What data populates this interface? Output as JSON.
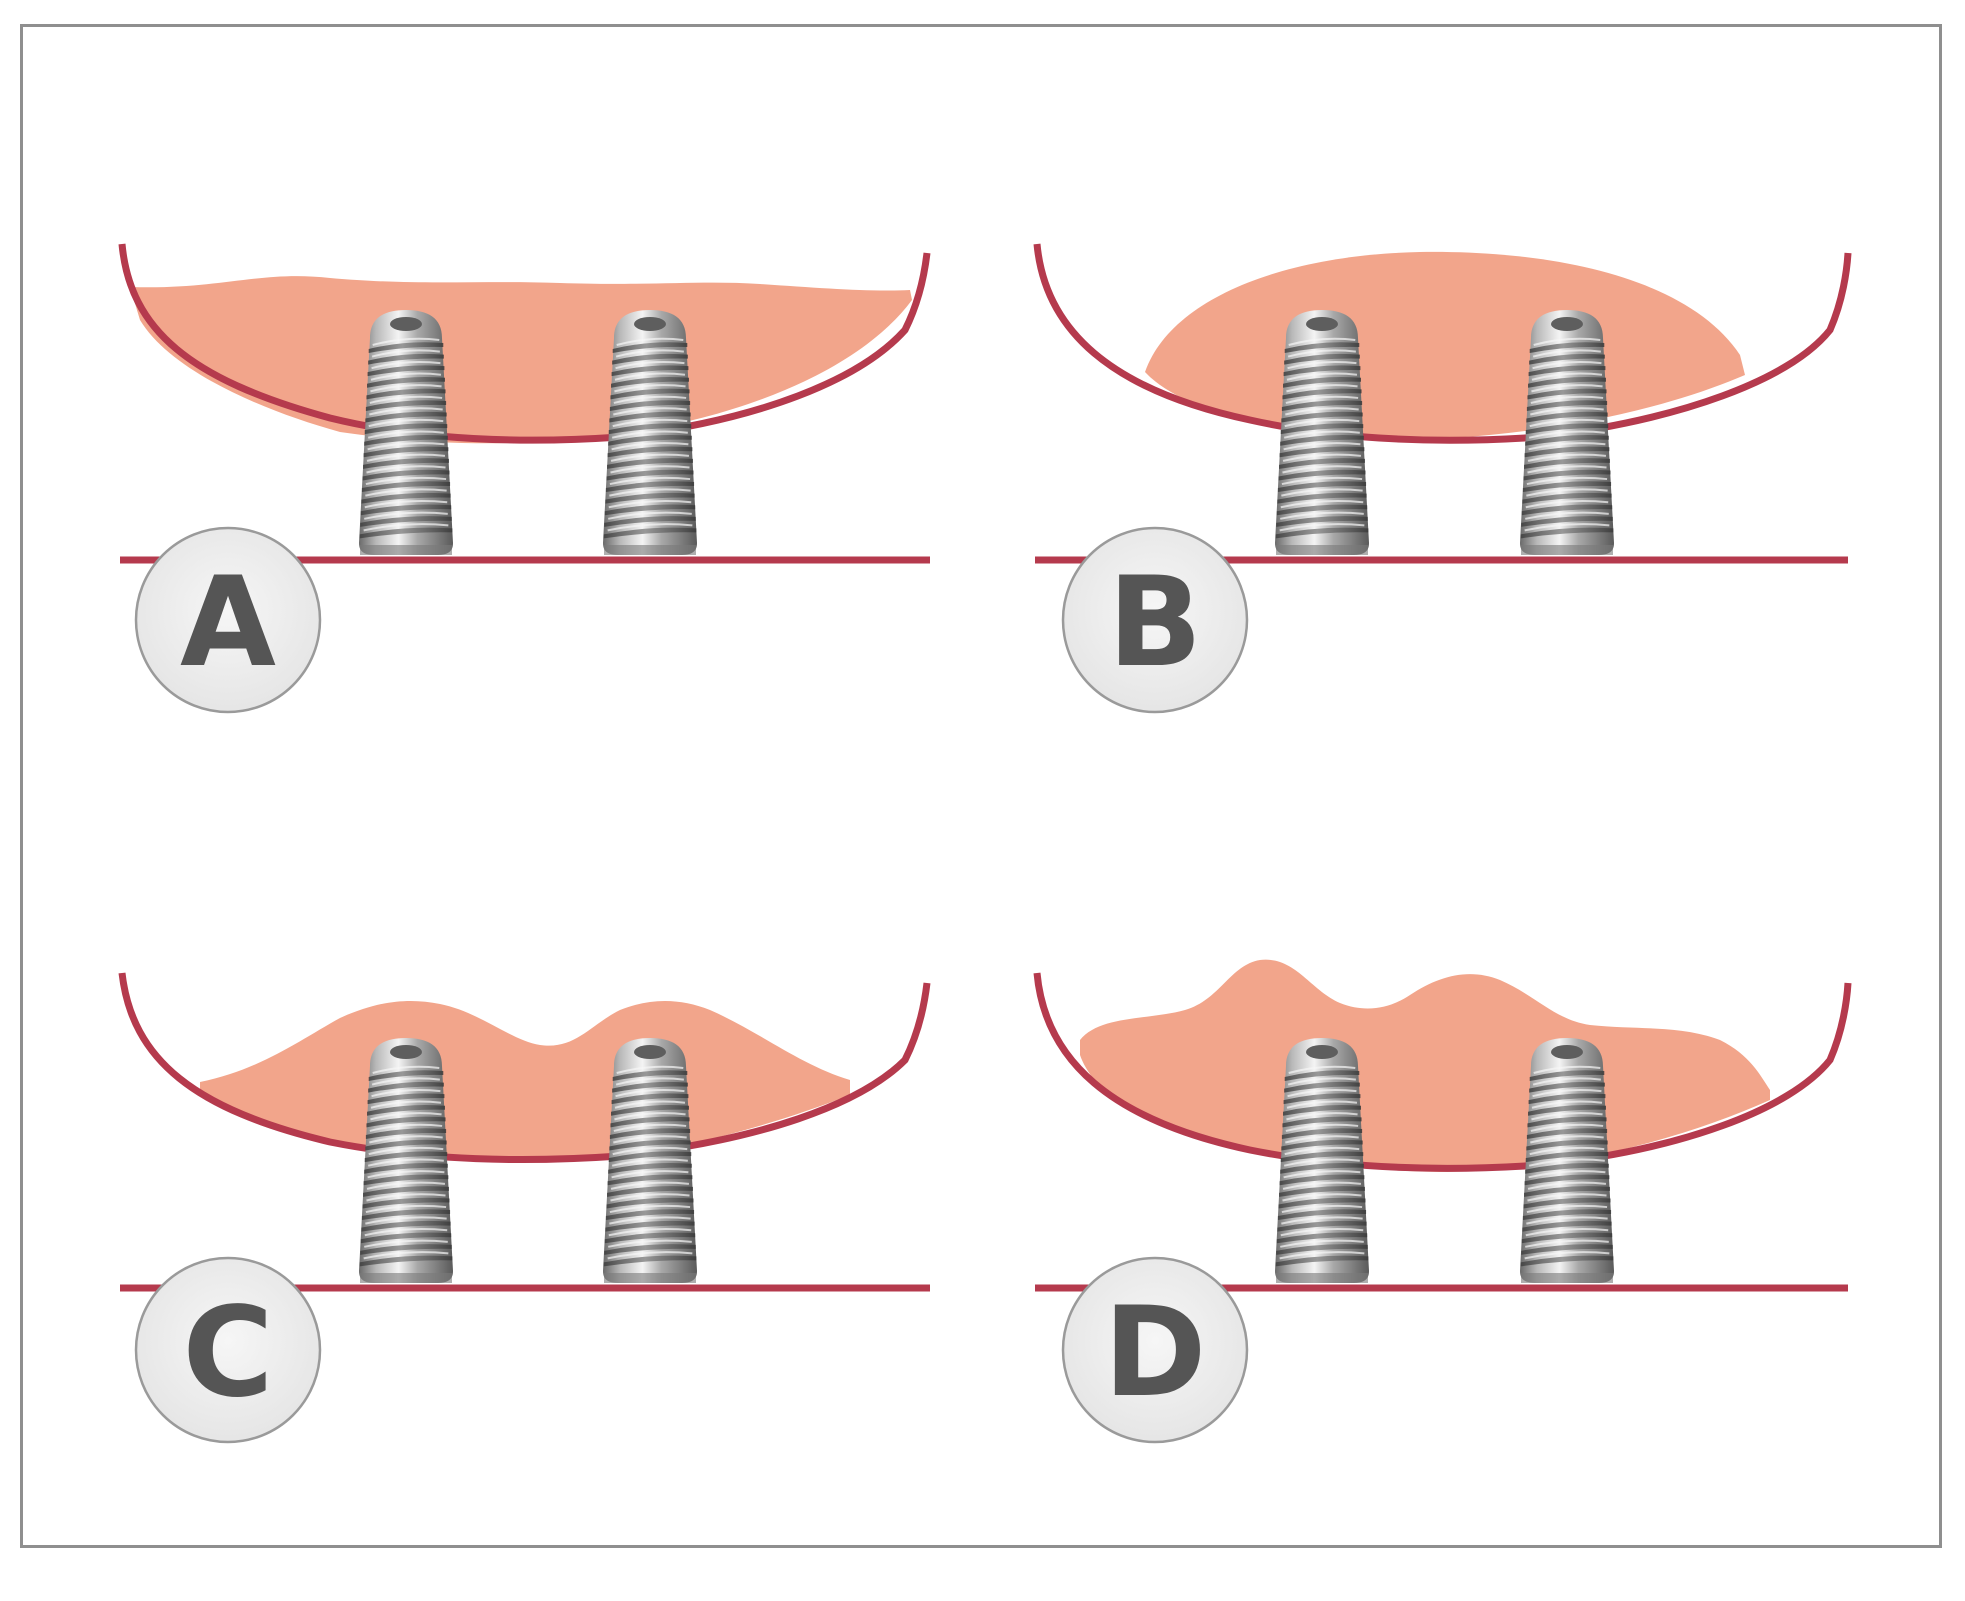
{
  "colors": {
    "frame_border": "#8f8f8f",
    "bone_line": "#b53a4d",
    "graft_fill": "#f2a58b",
    "badge_fill": "#efefef",
    "badge_stroke": "#9a9a9a",
    "badge_text": "#555555",
    "implant_light": "#eeeeee",
    "implant_dark": "#5e5e5e"
  },
  "panels": [
    {
      "label": "A",
      "graft_shape": "flat"
    },
    {
      "label": "B",
      "graft_shape": "dome"
    },
    {
      "label": "C",
      "graft_shape": "double-peak"
    },
    {
      "label": "D",
      "graft_shape": "irregular"
    }
  ]
}
